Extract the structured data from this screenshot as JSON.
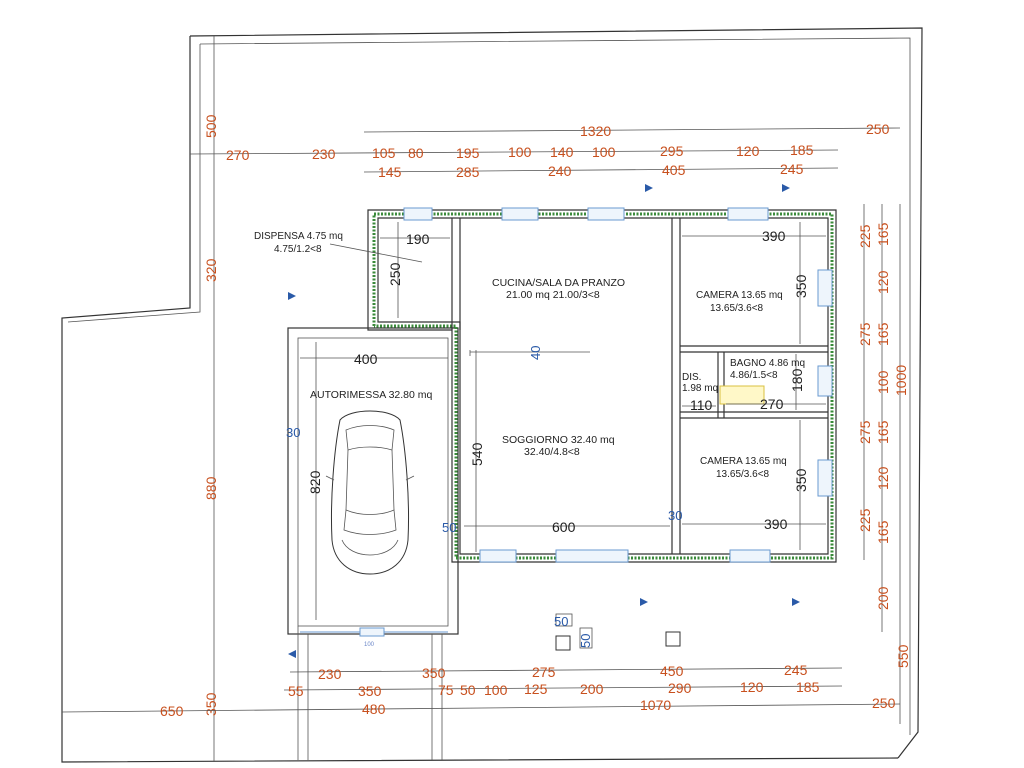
{
  "top_dims": {
    "overall": "1320",
    "right_margin": "250",
    "row1": [
      "270",
      "230",
      "105",
      "80",
      "195",
      "100",
      "140",
      "100",
      "295",
      "120",
      "185"
    ],
    "row2": [
      "145",
      "285",
      "240",
      "405",
      "245"
    ]
  },
  "left_dims": [
    "500",
    "320",
    "880",
    "350"
  ],
  "right_dims": {
    "inner": [
      "225",
      "120",
      "275",
      "100",
      "275",
      "120",
      "225"
    ],
    "outer": [
      "165",
      "165",
      "165",
      "165"
    ],
    "total": "1000",
    "lower": [
      "200",
      "550"
    ]
  },
  "bottom_dims": {
    "row1": [
      "230",
      "350",
      "275",
      "450",
      "245"
    ],
    "row2": [
      "55",
      "350",
      "75",
      "50",
      "100",
      "125",
      "200",
      "290",
      "120",
      "185"
    ],
    "row3": [
      "650",
      "480",
      "1070",
      "250"
    ]
  },
  "rooms": {
    "dispensa": {
      "name": "DISPENSA 4.75 mq",
      "data": "4.75/1.2<8",
      "w": "190",
      "h": "250"
    },
    "cucina": {
      "name": "CUCINA/SALA DA PRANZO",
      "data": "21.00 mq 21.00/3<8"
    },
    "camera1": {
      "name": "CAMERA 13.65 mq",
      "data": "13.65/3.6<8",
      "w": "390",
      "h": "350"
    },
    "bagno": {
      "name": "BAGNO 4.86 mq",
      "data": "4.86/1.5<8",
      "w": "270",
      "h": "180"
    },
    "dis": {
      "name": "DIS.",
      "data": "1.98 mq",
      "w": "110"
    },
    "soggiorno": {
      "name": "SOGGIORNO 32.40 mq",
      "data": "32.40/4.8<8",
      "w": "600",
      "h": "540"
    },
    "camera2": {
      "name": "CAMERA 13.65 mq",
      "data": "13.65/3.6<8",
      "w": "390",
      "h": "350"
    },
    "autorimessa": {
      "name": "AUTORIMESSA 32.80 mq",
      "w": "400",
      "h": "820"
    }
  },
  "wall_marks": [
    "30",
    "50",
    "30",
    "50",
    "50",
    "40"
  ]
}
